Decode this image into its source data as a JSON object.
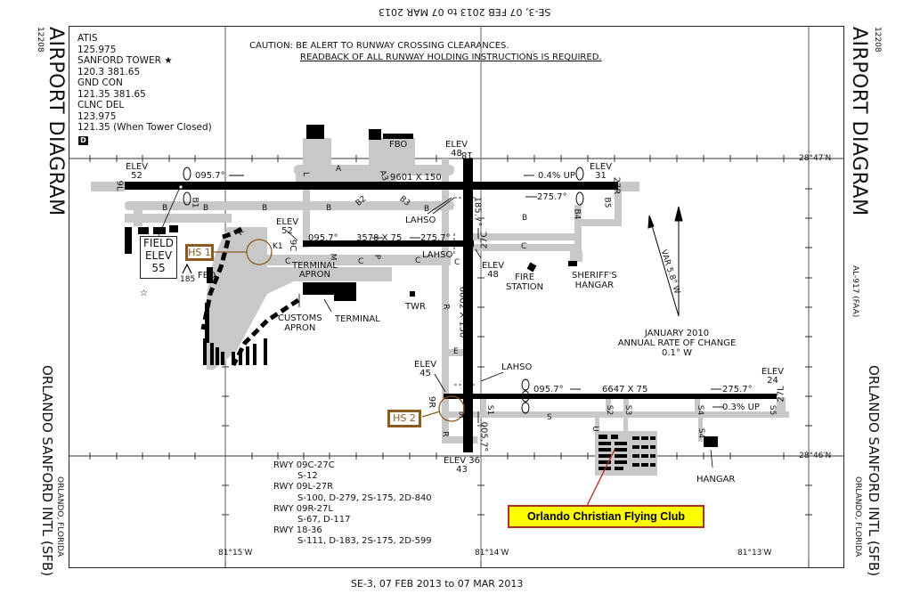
{
  "header": {
    "effective_dates_top_inverted": "SE-3, 07 FEB 2013 to 07 MAR 2013",
    "effective_dates_bottom": "SE-3, 07 FEB 2013 to 07 MAR 2013"
  },
  "chart": {
    "procedure_number": "12208",
    "title": "AIRPORT DIAGRAM",
    "airport_name": "ORLANDO SANFORD INTL (SFB)",
    "city_state": "ORLANDO, FLORIDA",
    "chart_id": "AL-917 (FAA)"
  },
  "frequencies": {
    "lines": [
      "ATIS",
      "125.975",
      "SANFORD TOWER ★",
      "120.3  381.65",
      "GND CON",
      "121.35  381.65",
      "CLNC DEL",
      "123.975",
      "121.35 (When Tower Closed)"
    ],
    "badge": "D"
  },
  "caution": {
    "line1": "CAUTION: BE ALERT TO RUNWAY CROSSING CLEARANCES.",
    "line2": "READBACK OF ALL RUNWAY HOLDING INSTRUCTIONS IS REQUIRED."
  },
  "coordinates": {
    "lat_north": "28°47′N",
    "lat_south": "28°46′N",
    "lon_west": "81°15′W",
    "lon_mid": "81°14′W",
    "lon_east": "81°13′W"
  },
  "field_elevation": {
    "line1": "FIELD",
    "line2": "ELEV",
    "line3": "55"
  },
  "obstacle": {
    "height": "185"
  },
  "hot_spots": [
    {
      "label": "HS 1"
    },
    {
      "label": "HS 2"
    }
  ],
  "runways": {
    "rwy_09L_27R": {
      "end_09L": "9L",
      "end_27R": "27R",
      "elev_09L": {
        "label": "ELEV",
        "value": "52"
      },
      "elev_27R": {
        "label": "ELEV",
        "value": "31"
      },
      "heading_east": "095.7°",
      "heading_west": "275.7°",
      "dimensions": "9601 X 150",
      "gradient": "0.4% UP"
    },
    "rwy_09C_27C": {
      "end_09C": "9C",
      "end_27C": "27C",
      "elev_09C": {
        "label": "ELEV",
        "value": "52"
      },
      "elev_27C": {
        "label": "ELEV",
        "value": "48"
      },
      "heading_east": "095.7°",
      "heading_west": "275.7°",
      "dimensions": "3578 X 75"
    },
    "rwy_09R_27L": {
      "end_09R": "9R",
      "end_27L": "27L",
      "elev_09R": {
        "label": "ELEV",
        "value": "45"
      },
      "elev_27L": {
        "label": "ELEV",
        "value": "24"
      },
      "heading_east": "095.7°",
      "heading_west": "275.7°",
      "dimensions": "6647 X 75",
      "gradient": "0.3% UP"
    },
    "rwy_18_36": {
      "end_18": "18",
      "end_36": "36",
      "elev_18": {
        "label": "ELEV",
        "value": "48"
      },
      "elev_36": {
        "label": "ELEV",
        "value": "43"
      },
      "heading_south": "185.7°",
      "heading_north": "005.7°",
      "dimensions": "6002 X 150"
    }
  },
  "taxiways": [
    "A",
    "A3",
    "B",
    "B1",
    "B2",
    "B3",
    "B4",
    "B5",
    "C",
    "E",
    "K",
    "K1",
    "L",
    "M",
    "P",
    "R",
    "S",
    "S1",
    "S2",
    "S3",
    "S4",
    "S5",
    "U"
  ],
  "labels": {
    "lahso": "LAHSO",
    "fbo": "FBO",
    "twr": "TWR",
    "terminal": "TERMINAL",
    "terminal_apron_1": "TERMINAL",
    "terminal_apron_2": "APRON",
    "customs_apron_1": "CUSTOMS",
    "customs_apron_2": "APRON",
    "fire_station_1": "FIRE",
    "fire_station_2": "STATION",
    "sheriff_1": "SHERIFF'S",
    "sheriff_2": "HANGAR",
    "hangar": "HANGAR"
  },
  "magnetic_variation": {
    "var_label": "VAR 5.8° W",
    "date": "JANUARY 2010",
    "rate_label": "ANNUAL RATE OF CHANGE",
    "rate_value": "0.1° W"
  },
  "runway_strengths": [
    {
      "runway": "RWY 09C-27C",
      "values": "S-12"
    },
    {
      "runway": "RWY 09L-27R",
      "values": "S-100, D-279, 2S-175, 2D-840"
    },
    {
      "runway": "RWY 09R-27L",
      "values": "S-67, D-117"
    },
    {
      "runway": "RWY 18-36",
      "values": "S-111, D-183, 2S-175, 2D-599"
    }
  ],
  "annotation": {
    "text": "Orlando Christian Flying Club",
    "bg_color": "#ffff00",
    "border_color": "#b03020"
  },
  "colors": {
    "runway": "#000000",
    "taxiway": "#c8c8c8",
    "hot_spot": "#8b5a1f",
    "frame": "#222222"
  }
}
